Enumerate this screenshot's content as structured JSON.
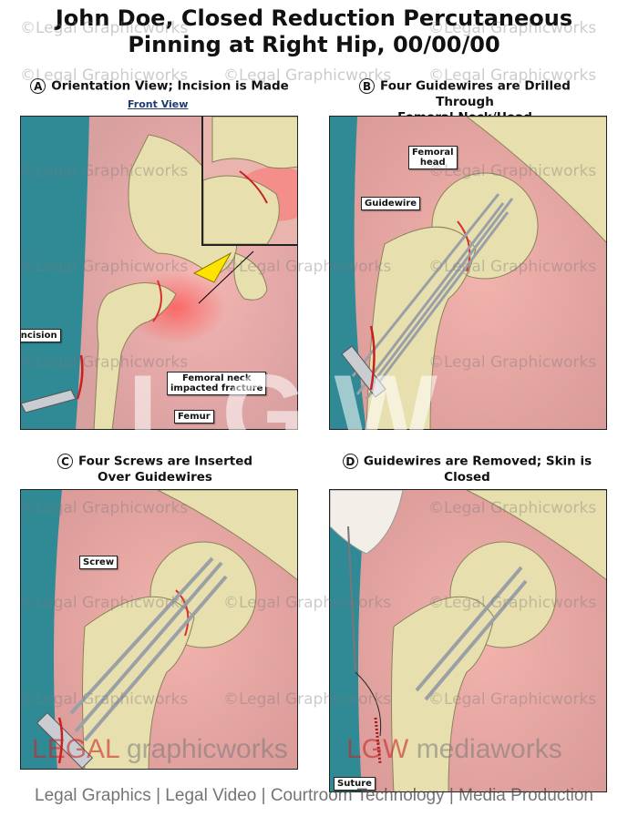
{
  "title": {
    "line1": "John Doe, Closed Reduction Percutaneous",
    "line2": "Pinning at Right Hip, 00/00/00"
  },
  "panels": {
    "a": {
      "letter": "A",
      "caption": "Orientation View; Incision is Made",
      "subcaption": "Front View",
      "labels": {
        "incision": "Incision",
        "fracture_line1": "Femoral neck",
        "fracture_line2": "impacted fracture",
        "femur": "Femur"
      }
    },
    "b": {
      "letter": "B",
      "caption_line1": "Four Guidewires are Drilled Through",
      "caption_line2": "Femoral Neck/Head",
      "labels": {
        "head_line1": "Femoral",
        "head_line2": "head",
        "guidewire": "Guidewire"
      }
    },
    "c": {
      "letter": "C",
      "caption_line1": "Four Screws are Inserted",
      "caption_line2": "Over Guidewires",
      "labels": {
        "screw": "Screw"
      }
    },
    "d": {
      "letter": "D",
      "caption": "Guidewires are Removed; Skin is Closed",
      "labels": {
        "suture": "Suture"
      }
    }
  },
  "watermark": "©Legal Graphicworks",
  "brand": {
    "legal": "LEGAL",
    "graphicworks": "graphicworks",
    "lgw": "LGW",
    "mediaworks": "mediaworks"
  },
  "overlay_logo": "LGW",
  "footer": "Legal Graphics | Legal Video | Courtroom Technology | Media Production",
  "colors": {
    "bone": "#e8dfae",
    "skin": "#e9a0a0",
    "teal": "#2f8a96",
    "metal": "#c9cdd2"
  }
}
